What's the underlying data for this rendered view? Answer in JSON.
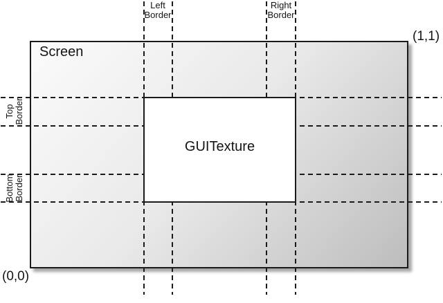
{
  "colors": {
    "line": "#1a1a1a",
    "screen-fill-light": "#fbfbfb",
    "screen-fill-dark": "#bdbdbd",
    "texture-fill": "#ffffff",
    "page-bg": "#ffffff"
  },
  "diagram": {
    "screen_label": "Screen",
    "texture_label": "GUITexture",
    "corner_top_right": "(1,1)",
    "corner_bottom_left": "(0,0)",
    "left_border_label": "Left Border",
    "right_border_label": "Right Border",
    "top_border_label": "Top Border",
    "bottom_border_label": "Bottom Border"
  }
}
